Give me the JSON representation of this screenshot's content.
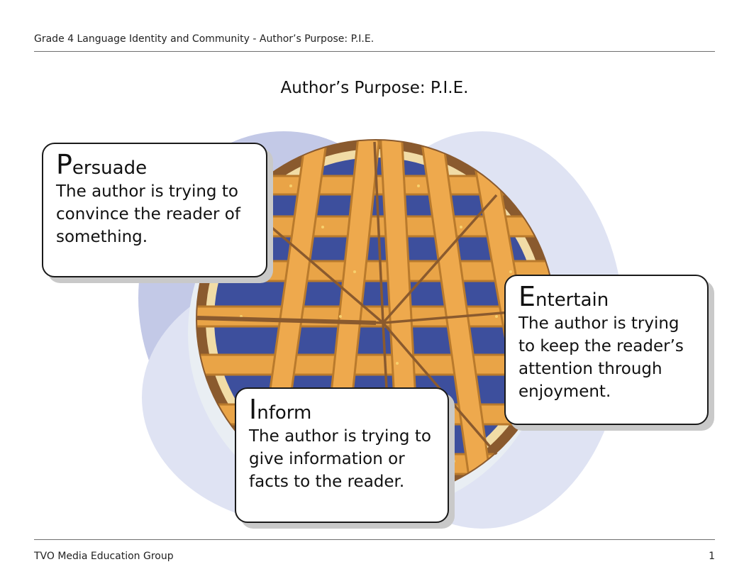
{
  "header": {
    "text": "Grade 4 Language Identity and Community - Author’s Purpose: P.I.E."
  },
  "title": "Author’s Purpose: P.I.E.",
  "cards": {
    "persuade": {
      "initial": "P",
      "rest": "ersuade",
      "body": "The author is trying to convince the reader of something."
    },
    "entertain": {
      "initial": "E",
      "rest": "ntertain",
      "body": "The author is trying to keep the reader’s attention through enjoyment."
    },
    "inform": {
      "initial": "I",
      "rest": "nform",
      "body": "The author is trying to give information or facts to the reader."
    }
  },
  "illustration": {
    "icon": "lattice-pie-illustration",
    "colors": {
      "background_blob": "#dfe3f3",
      "background_blob_dark": "#c3c9e7",
      "crust": "#e9a447",
      "crust_edge": "#b97a2c",
      "rim": "#8a5a2e",
      "filling": "#3d4f9d",
      "plate": "#e9eef3"
    }
  },
  "footer": {
    "left": "TVO Media Education Group",
    "page_number": "1"
  }
}
